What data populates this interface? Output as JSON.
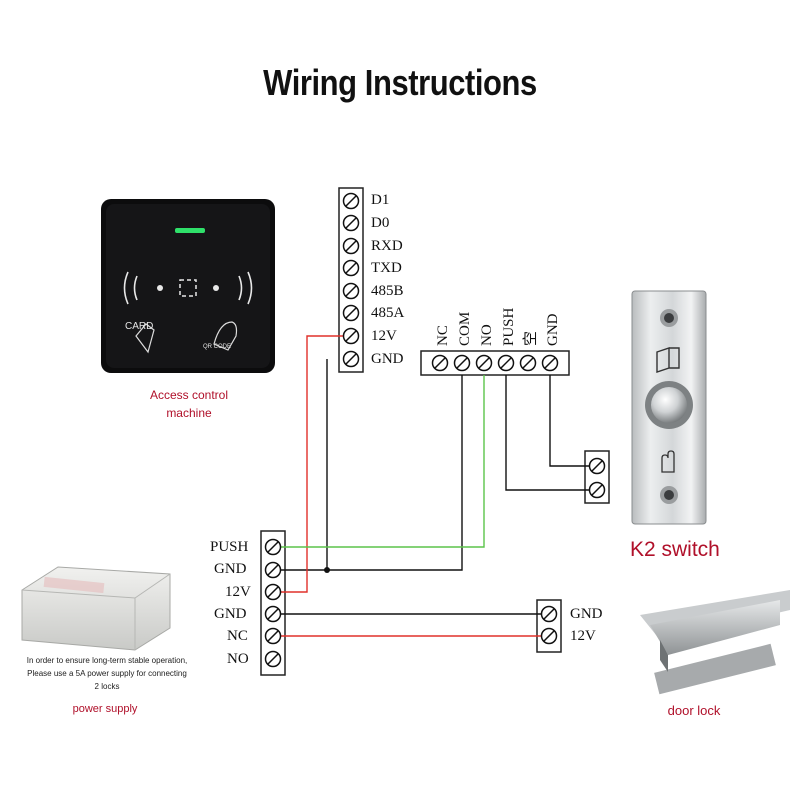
{
  "title": "Wiring Instructions",
  "reader": {
    "caption_line1": "Access control",
    "caption_line2": "machine",
    "card_text": "CARD",
    "qr_text": "QR CODE",
    "terminals": [
      "D1",
      "D0",
      "RXD",
      "TXD",
      "485B",
      "485A",
      "12V",
      "GND"
    ]
  },
  "relay_block": {
    "terminals": [
      "NC",
      "COM",
      "NO",
      "PUSH",
      "空",
      "GND"
    ]
  },
  "power_supply": {
    "terminals": [
      "PUSH",
      "GND",
      "12V",
      "GND",
      "NC",
      "NO"
    ],
    "note": "In order to ensure long-term stable operation, Please use a 5A power supply for connecting 2 locks",
    "caption": "power supply"
  },
  "lock_block": {
    "terminals": [
      "GND",
      "12V"
    ]
  },
  "switch": {
    "caption": "K2 switch"
  },
  "door_lock": {
    "caption": "door lock"
  },
  "colors": {
    "wire_black": "#111111",
    "wire_red": "#e0302a",
    "wire_green": "#5cc44a",
    "caption_red": "#b0102a"
  }
}
